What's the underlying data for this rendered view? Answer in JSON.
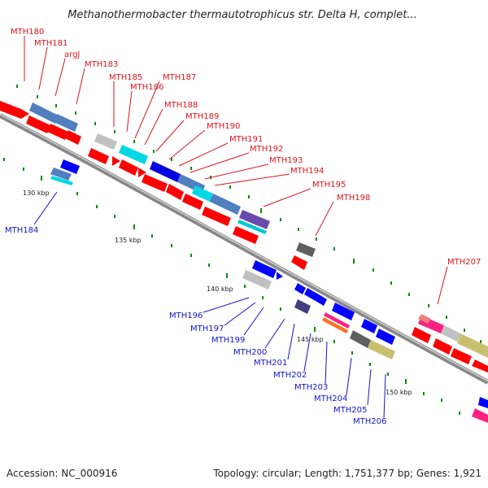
{
  "title": "Methanothermobacter thermautotrophicus str. Delta H, complet...",
  "footer": {
    "accession": "Accession: NC_000916",
    "topology": "Topology: circular; Length: 1,751,377 bp; Genes: 1,921"
  },
  "scale_labels": [
    "130 kbp",
    "135 kbp",
    "140 kbp",
    "145 kbp",
    "150 kbp"
  ],
  "genes_top": [
    "MTH180",
    "MTH181",
    "argJ",
    "MTH183",
    "MTH185",
    "MTH186",
    "MTH187",
    "MTH188",
    "MTH189",
    "MTH190",
    "MTH191",
    "MTH192",
    "MTH193",
    "MTH194",
    "MTH195",
    "MTH198",
    "MTH207"
  ],
  "genes_bottom": [
    "MTH184",
    "MTH196",
    "MTH197",
    "MTH199",
    "MTH200",
    "MTH201",
    "MTH202",
    "MTH203",
    "MTH204",
    "MTH205",
    "MTH206"
  ],
  "colors": {
    "backbone": "#888888",
    "cds_red": "#ff0000",
    "steel_blue": "#4f7fbf",
    "cyan": "#00d8e8",
    "blue": "#0000ff",
    "gray": "#b8b8b8",
    "dark_gray": "#606060",
    "khaki": "#c8c070",
    "pink": "#ff2080",
    "orange": "#ff7020",
    "tick": "#0a8a0a",
    "label_red": "#e0141e",
    "label_blue": "#1414c8"
  }
}
